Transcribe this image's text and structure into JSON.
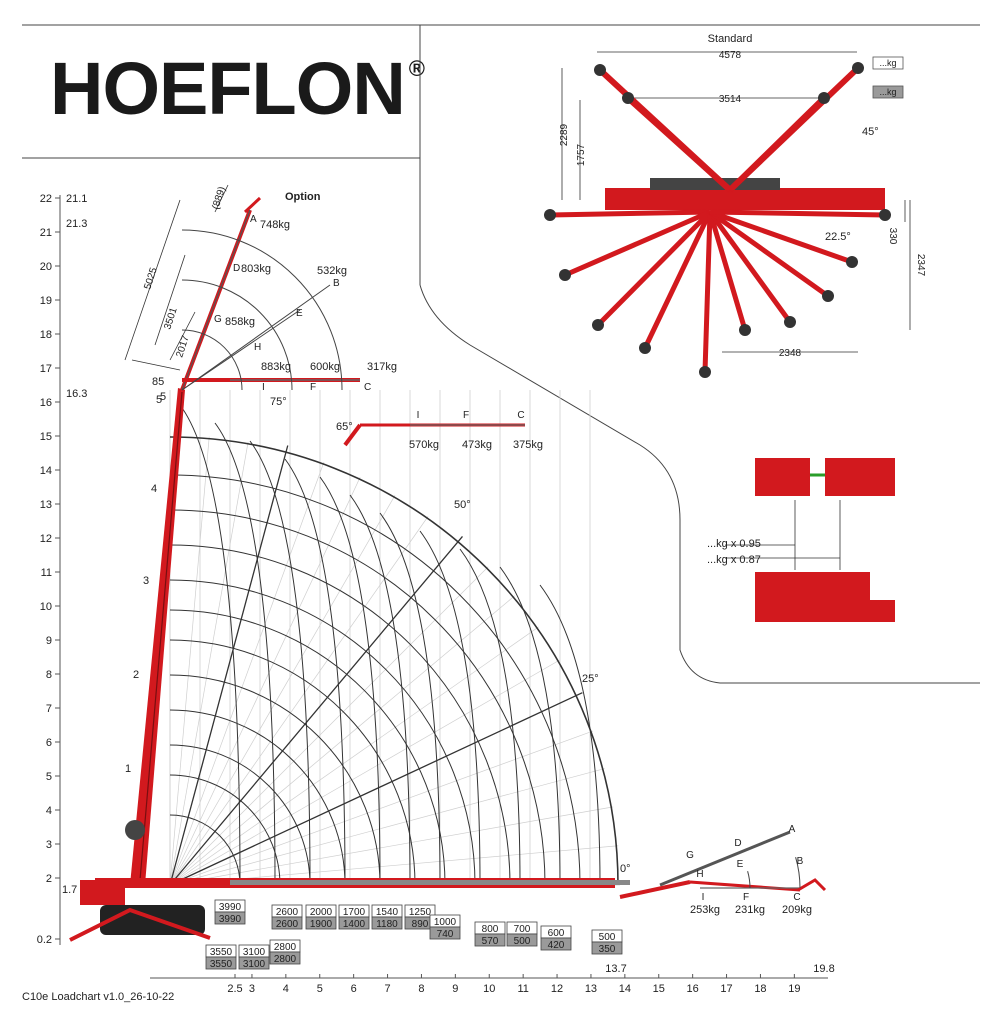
{
  "brand": {
    "name": "HOEFLON",
    "mark": "®"
  },
  "caption": "C10e Loadchart v1.0_26-10-22",
  "y_axis": {
    "ticks": [
      "22",
      "21",
      "20",
      "19",
      "18",
      "17",
      "16",
      "15",
      "14",
      "13",
      "12",
      "11",
      "10",
      "9",
      "8",
      "7",
      "6",
      "5",
      "4",
      "3",
      "2",
      "0.2"
    ],
    "side_labels": [
      "21.1",
      "21.3",
      "16.3",
      "1.7"
    ]
  },
  "x_axis": {
    "ticks": [
      "2.5",
      "3",
      "4",
      "5",
      "6",
      "7",
      "8",
      "9",
      "10",
      "11",
      "12",
      "13",
      "14",
      "15",
      "16",
      "17",
      "18",
      "19"
    ],
    "extra_labels": [
      "13.7",
      "19.8"
    ]
  },
  "jib_option": {
    "title": "Option",
    "dims": [
      "(889)",
      "5025",
      "3501",
      "2017"
    ],
    "angles": [
      "85",
      "5",
      "75°",
      "65°"
    ],
    "points": [
      {
        "id": "A",
        "load": "748kg"
      },
      {
        "id": "D",
        "load": "803kg"
      },
      {
        "id": "G",
        "load": "858kg"
      },
      {
        "id": "B",
        "load": "532kg"
      },
      {
        "id": "E",
        "load": ""
      },
      {
        "id": "H",
        "load": ""
      },
      {
        "id": "I",
        "load": "883kg"
      },
      {
        "id": "F",
        "load": "600kg"
      },
      {
        "id": "C",
        "load": "317kg"
      }
    ]
  },
  "jib_65": {
    "labels": [
      "I",
      "F",
      "C"
    ],
    "loads": [
      "570kg",
      "473kg",
      "375kg"
    ]
  },
  "boom_sections": [
    "1",
    "2",
    "3",
    "4",
    "5"
  ],
  "arc_angles": [
    "50°",
    "25°",
    "0°"
  ],
  "capacity_boxes": [
    {
      "top": "3990",
      "bottom": "3990"
    },
    {
      "top": "3550",
      "bottom": "3550"
    },
    {
      "top": "3100",
      "bottom": "3100"
    },
    {
      "top": "2800",
      "bottom": "2800"
    },
    {
      "top": "2600",
      "bottom": "2600"
    },
    {
      "top": "2000",
      "bottom": "1900"
    },
    {
      "top": "1700",
      "bottom": "1400"
    },
    {
      "top": "1540",
      "bottom": "1180"
    },
    {
      "top": "1250",
      "bottom": "890"
    },
    {
      "top": "1000",
      "bottom": "740"
    },
    {
      "top": "800",
      "bottom": "570"
    },
    {
      "top": "700",
      "bottom": "500"
    },
    {
      "top": "600",
      "bottom": "420"
    },
    {
      "top": "500",
      "bottom": "350"
    }
  ],
  "jib_0": {
    "labels": [
      "A",
      "D",
      "G",
      "B",
      "E",
      "H",
      "I",
      "F",
      "C"
    ],
    "loads": [
      "253kg",
      "231kg",
      "209kg"
    ]
  },
  "outrigger_view": {
    "title": "Standard",
    "dims": [
      "4578",
      "3514",
      "2289",
      "1757",
      "330",
      "2347",
      "2348"
    ],
    "angles": [
      "45°",
      "22.5°"
    ],
    "kg_boxes": [
      "...kg",
      "...kg"
    ]
  },
  "factors": [
    "...kg x 0.95",
    "...kg x 0.87"
  ],
  "colors": {
    "crane_red": "#d2191e",
    "grid": "#cfcfcf",
    "arc": "#333333",
    "box_fill": "#9a9a9a"
  }
}
